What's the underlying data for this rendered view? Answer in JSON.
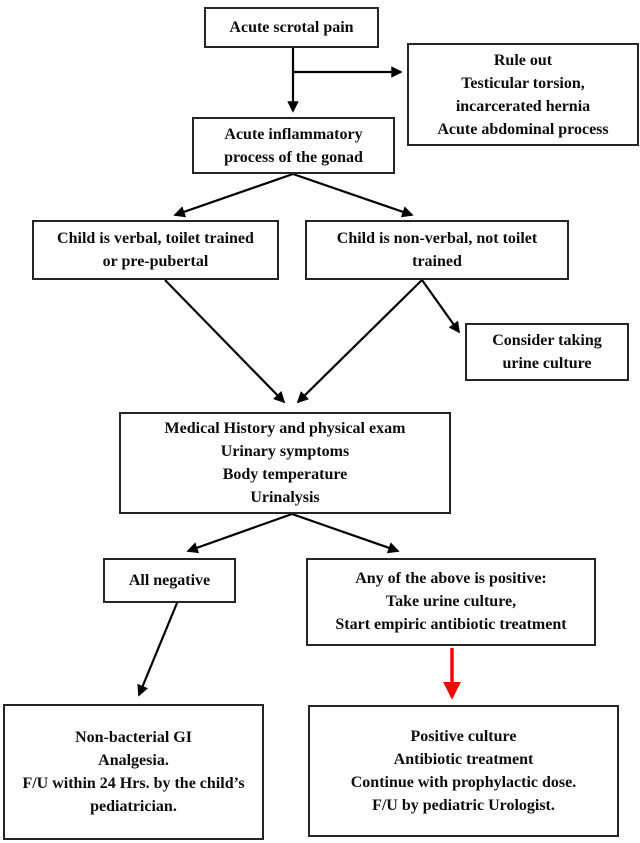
{
  "flowchart": {
    "background_color": "#ffffff",
    "line_color": "#000000",
    "alert_arrow_color": "#ff0000",
    "box_border_color": "#252525",
    "text_color": "#0d0d0d",
    "nodes": {
      "start": {
        "label": "Acute scrotal pain"
      },
      "rule_out": {
        "label": "Rule out\nTesticular torsion,\nincarcerated hernia\nAcute abdominal process"
      },
      "inflammatory": {
        "label": "Acute inflammatory\nprocess of the gonad"
      },
      "verbal": {
        "label": "Child is verbal, toilet trained\nor pre-pubertal"
      },
      "nonverbal": {
        "label": "Child is non-verbal, not toilet\ntrained"
      },
      "urine_culture": {
        "label": "Consider taking\nurine culture"
      },
      "workup": {
        "label": "Medical History and physical exam\nUrinary symptoms\nBody temperature\nUrinalysis"
      },
      "all_negative": {
        "label": "All negative"
      },
      "any_positive": {
        "label": "Any of the above is positive:\nTake urine culture,\nStart empiric antibiotic treatment"
      },
      "non_bacterial": {
        "label": "Non-bacterial GI\nAnalgesia.\nF/U within 24 Hrs. by the child’s\npediatrician."
      },
      "positive_culture": {
        "label": "Positive culture\nAntibiotic treatment\nContinue with prophylactic dose.\nF/U by pediatric Urologist."
      }
    },
    "edges": [
      {
        "from": "start",
        "to": "inflammatory",
        "color": "#000000"
      },
      {
        "from": "start",
        "to": "rule_out",
        "color": "#000000"
      },
      {
        "from": "inflammatory",
        "to": "verbal",
        "color": "#000000"
      },
      {
        "from": "inflammatory",
        "to": "nonverbal",
        "color": "#000000"
      },
      {
        "from": "verbal",
        "to": "workup",
        "color": "#000000"
      },
      {
        "from": "nonverbal",
        "to": "workup",
        "color": "#000000"
      },
      {
        "from": "nonverbal",
        "to": "urine_culture",
        "color": "#000000"
      },
      {
        "from": "workup",
        "to": "all_negative",
        "color": "#000000"
      },
      {
        "from": "workup",
        "to": "any_positive",
        "color": "#000000"
      },
      {
        "from": "all_negative",
        "to": "non_bacterial",
        "color": "#000000"
      },
      {
        "from": "any_positive",
        "to": "positive_culture",
        "color": "#ff0000"
      }
    ]
  }
}
